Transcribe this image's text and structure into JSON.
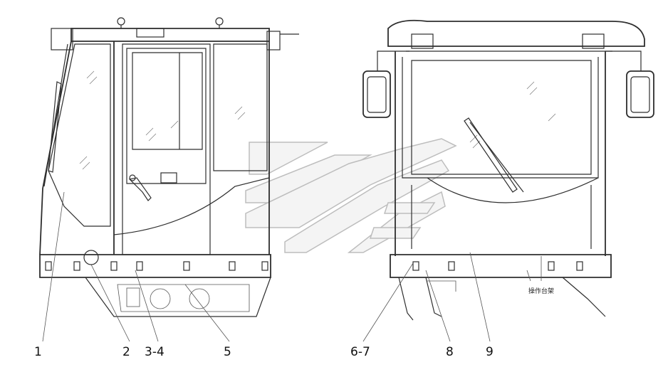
{
  "callouts": [
    "1",
    "2",
    "3-4",
    "5",
    "6-7",
    "8",
    "9"
  ],
  "annotation": "操作台架",
  "colors": {
    "line": "#2e2e2e",
    "background": "#ffffff",
    "watermark": "#bdbdbd"
  }
}
